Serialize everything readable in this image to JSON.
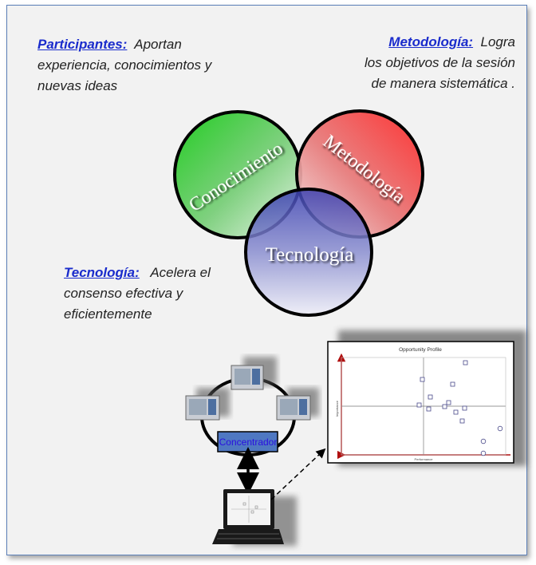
{
  "participantes": {
    "heading": "Participantes:",
    "line1": "Aportan",
    "line2": "experiencia, conocimientos y",
    "line3": "nuevas ideas"
  },
  "metodologia": {
    "heading": "Metodología:",
    "line1": "Logra",
    "line2": "los objetivos de la sesión",
    "line3": "de manera sistemática ."
  },
  "tecnologia": {
    "heading": "Tecnología:",
    "line1": "Acelera el",
    "line2": "consenso efectiva y",
    "line3": "eficientemente"
  },
  "venn": {
    "conocimiento": "Conocimiento",
    "metodologia": "Metodología",
    "tecnologia": "Tecnología",
    "colors": {
      "green": "#33cc33",
      "red": "#f03030",
      "blue": "#4a4fb0"
    }
  },
  "network": {
    "hub_label": "Concentrador",
    "hub_color": "#4f78c2"
  },
  "chart_panel": {
    "title": "Opportunity Profile",
    "y_axis_label": "Importance",
    "x_axis_label": "Performance"
  }
}
